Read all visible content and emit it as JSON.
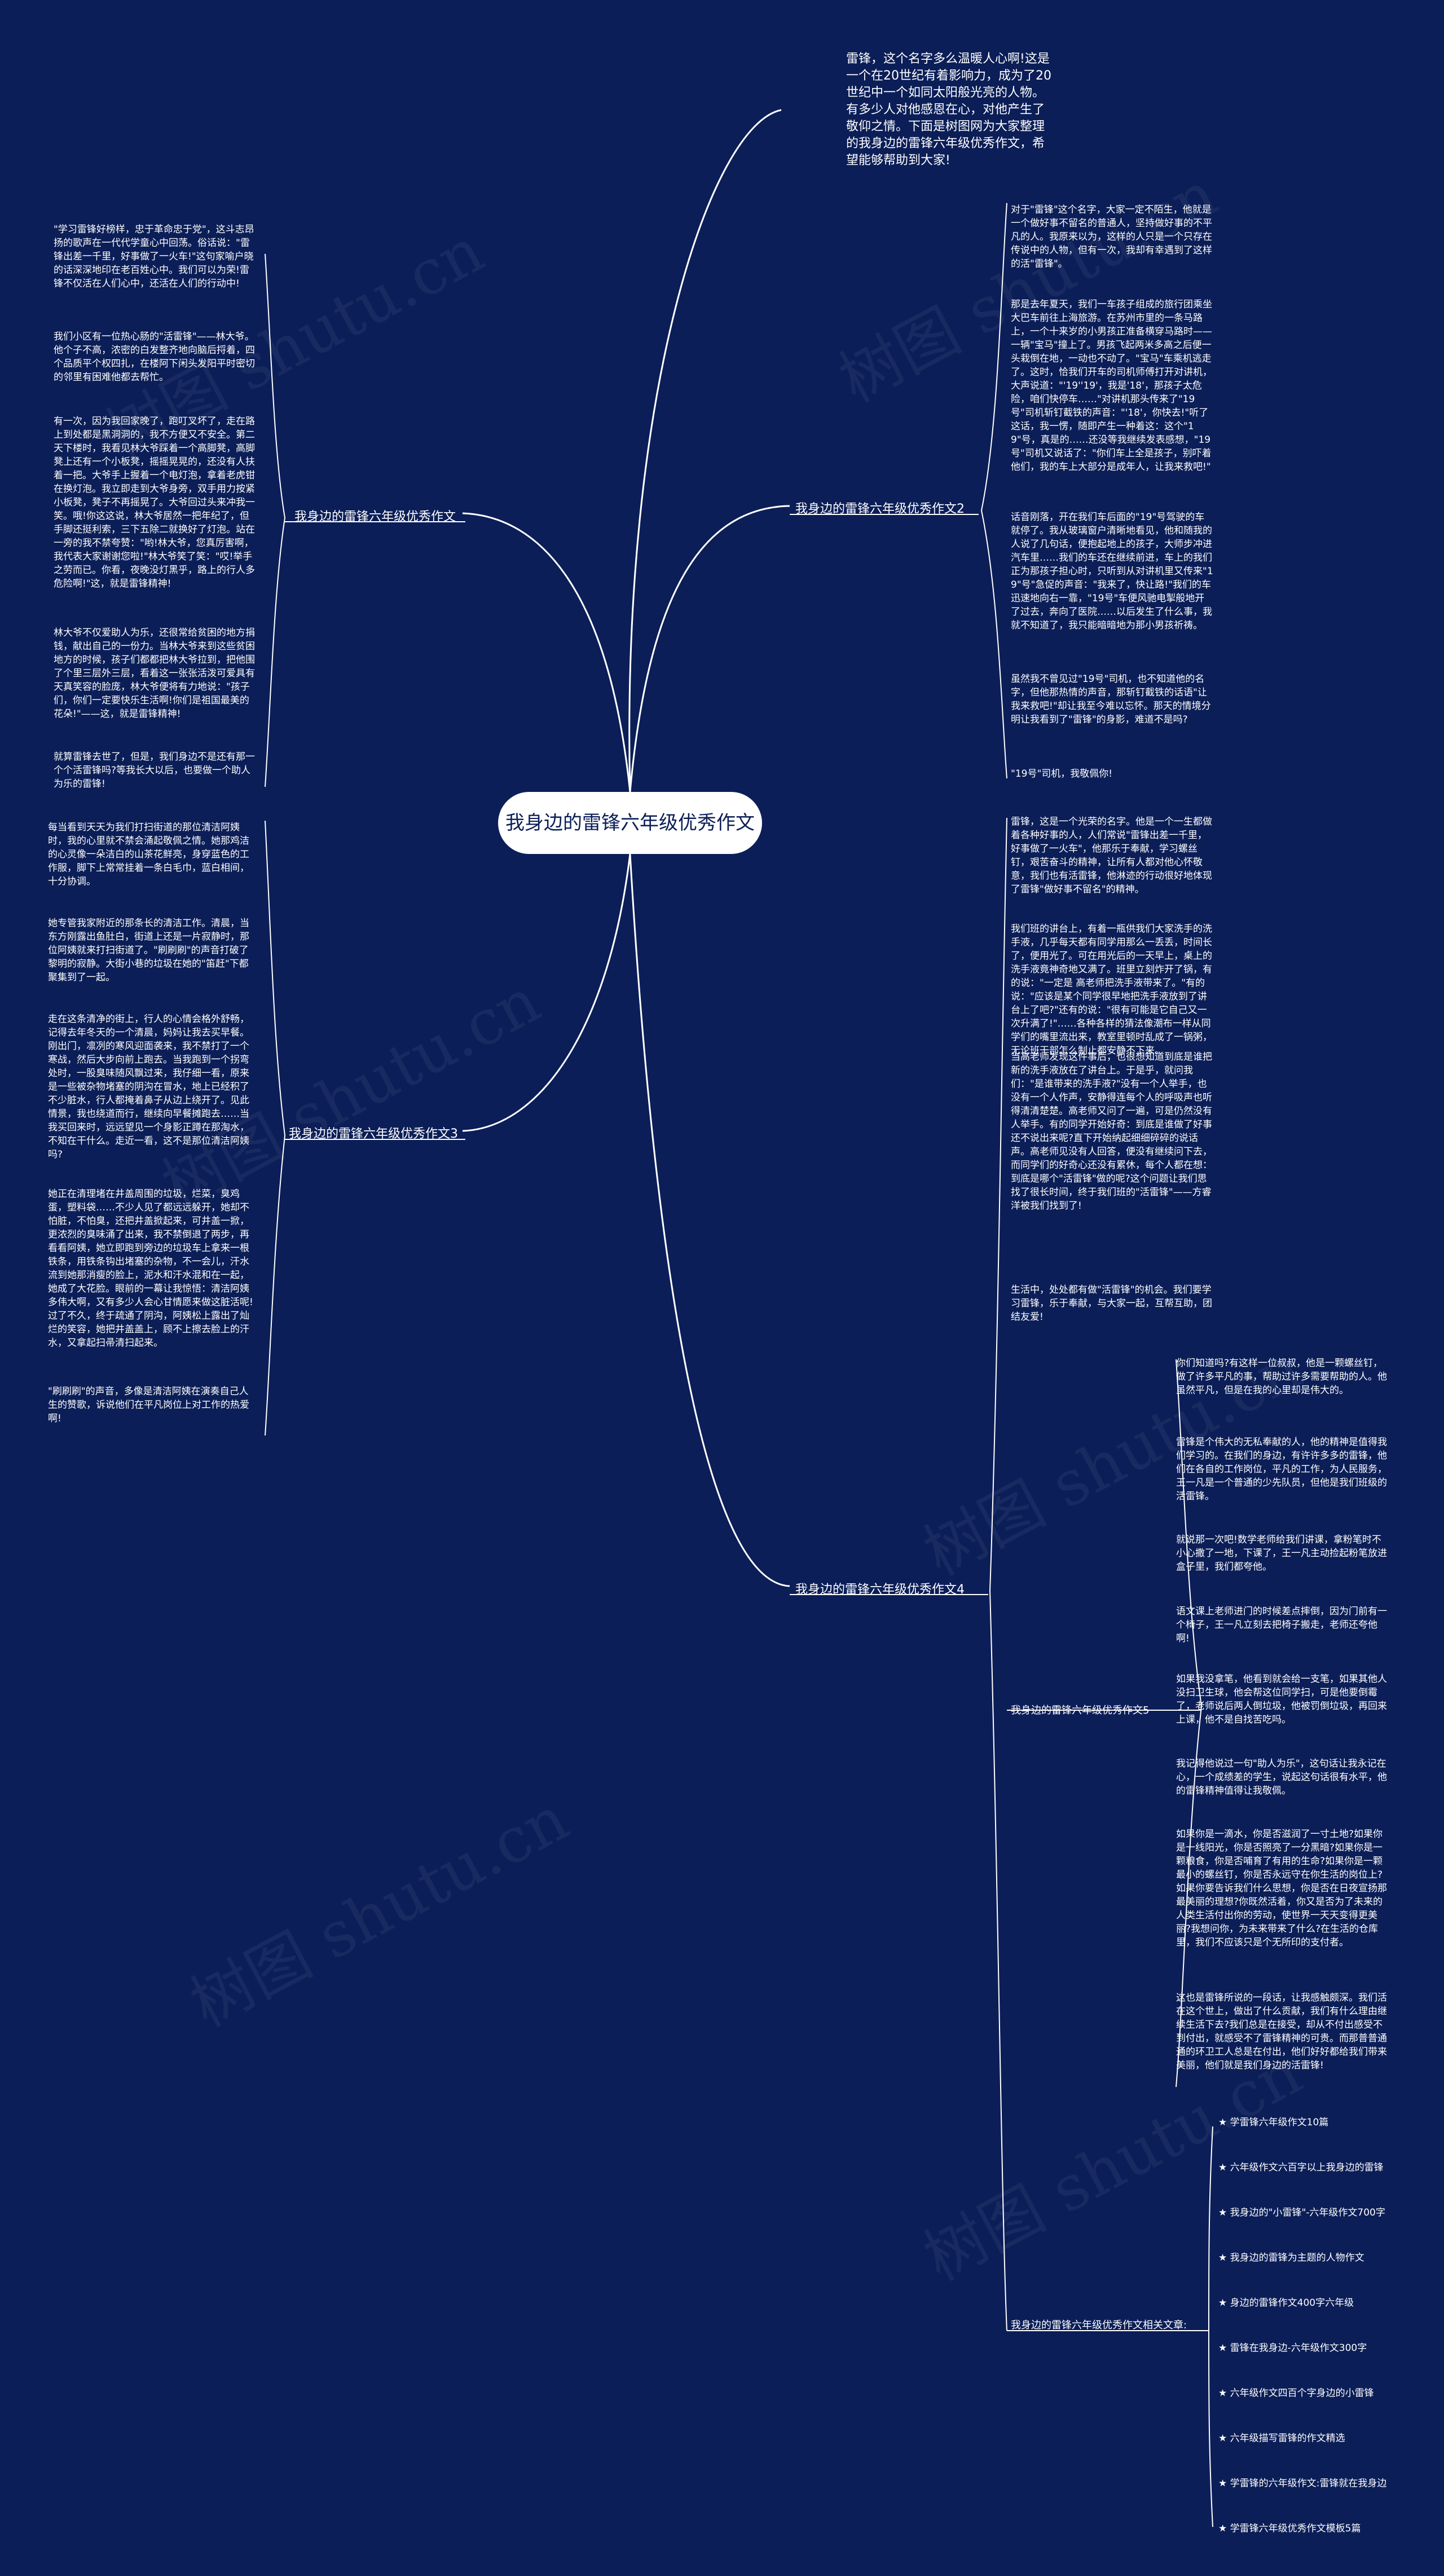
{
  "watermark": "树图 shutu.cn",
  "root": {
    "title": "我身边的雷锋六年级优秀作文"
  },
  "intro": {
    "text": "雷锋，这个名字多么温暖人心啊!这是一个在20世纪有着影响力，成为了20世纪中一个如同太阳般光亮的人物。有多少人对他感恩在心，对他产生了敬仰之情。下面是树图网为大家整理的我身边的雷锋六年级优秀作文，希望能够帮助到大家!"
  },
  "branches": {
    "b1": {
      "title": "我身边的雷锋六年级优秀作文",
      "paras": [
        "\"学习雷锋好榜样，忠于革命忠于党\"，这斗志昂扬的歌声在一代代学童心中回荡。俗话说：\"雷锋出差一千里，好事做了一火车!\"这句家喻户晓的话深深地印在老百姓心中。我们可以为荣!雷锋不仅活在人们心中，还活在人们的行动中!",
        "我们小区有一位热心肠的\"活雷锋\"——林大爷。他个子不高，浓密的白发整齐地向脑后捋着，四个品质平个权四扎，在楼阿下闲头发阳平时密切的邻里有困难他都去帮忙。",
        "有一次，因为我回家晚了，跑叮叉坏了，走在路上到处都是黑洞洞的，我不方便又不安全。第二天下楼时，我看见林大爷踩着一个高脚凳，高脚凳上还有一个小板凳，摇摇晃晃的，还没有人扶着一把。大爷手上握着一个电灯泡，拿着老虎钳在换灯泡。我立即走到大爷身旁，双手用力按紧小板凳，凳子不再摇晃了。大爷回过头来冲我一笑。哦!你这这说，林大爷居然一把年纪了，但手脚还挺利索，三下五除二就换好了灯泡。站在一旁的我不禁夸赞：\"哟!林大爷，您真厉害啊，我代表大家谢谢您啦!\"林大爷笑了笑：\"哎!举手之劳而已。你看，夜晚没灯黑乎，路上的行人多危险啊!\"这，就是雷锋精神!",
        "林大爷不仅爱助人为乐，还很常给贫困的地方捐钱，献出自己的一份力。当林大爷来到这些贫困地方的时候，孩子们都都把林大爷拉到，把他围了个里三层外三层，看着这一张张活泼可爱具有天真笑容的脸庞，林大爷便将有力地说：\"孩子们，你们一定要快乐生活啊!你们是祖国最美的花朵!\"——这，就是雷锋精神!",
        "就算雷锋去世了，但是，我们身边不是还有那一个个活雷锋吗?等我长大以后，也要做一个助人为乐的雷锋!"
      ]
    },
    "b2": {
      "title": "我身边的雷锋六年级优秀作文2",
      "paras": [
        "对于\"雷锋\"这个名字，大家一定不陌生，他就是一个做好事不留名的普通人，坚持做好事的不平凡的人。我原来以为，这样的人只是一个只存在传说中的人物，但有一次，我却有幸遇到了这样的活\"雷锋\"。",
        "那是去年夏天，我们一车孩子组成的旅行团乘坐大巴车前往上海旅游。在苏州市里的一条马路上，一个十来岁的小男孩正准备横穿马路时——一辆\"宝马\"撞上了。男孩飞起两米多高之后便一头栽倒在地，一动也不动了。\"宝马\"车乘机逃走了。这时，恰我们开车的司机师傅打开对讲机，大声说道：\"'19''19'，我是'18'，那孩子太危险，咱们快停车……\"对讲机那头传来了\"19号\"司机斩钉截铁的声音：\"'18'，你快去!\"听了这话，我一愣，随即产生一种着这：这个\"19\"号，真是的……还没等我继续发表感想，\"19号\"司机又说话了：\"你们车上全是孩子，别吓着他们，我的车上大部分是成年人，让我来救吧!\"",
        "话音刚落，开在我们车后面的\"19\"号驾驶的车就停了。我从玻璃窗户清晰地看见，他和随我的人说了几句话，便抱起地上的孩子，大师步冲进汽车里……我们的车还在继续前进，车上的我们正为那孩子担心时，只听到从对讲机里又传来\"19\"号\"急促的声音：\"我来了，快让路!\"我们的车迅速地向右一靠，\"19号\"车便风驰电掣般地开了过去，奔向了医院……以后发生了什么事，我就不知道了，我只能暗暗地为那小男孩祈祷。",
        "虽然我不曾见过\"19号\"司机，也不知道他的名字，但他那热情的声音，那斩钉截铁的话语\"让我来救吧!\"却让我至今难以忘怀。那天的情境分明让我看到了\"雷锋\"的身影，难道不是吗?",
        "\"19号\"司机，我敬佩你!"
      ]
    },
    "b3": {
      "title": "我身边的雷锋六年级优秀作文3",
      "paras": [
        "每当看到天天为我们打扫街道的那位清洁阿姨时，我的心里就不禁会涌起敬佩之情。她那鸡洁的心灵像一朵洁白的山茶花鲜亮，身穿蓝色的工作服，脚下上常常挂着一条白毛巾，蓝白相间，十分协调。",
        "她专管我家附近的那条长的清洁工作。清晨，当东方刚露出鱼肚白，街道上还是一片寂静时，那位阿姨就来打扫街道了。\"刷刷刷\"的声音打破了黎明的寂静。大街小巷的垃圾在她的\"笛赶\"下都聚集到了一起。",
        "走在这条清净的街上，行人的心情会格外舒畅，记得去年冬天的一个清晨，妈妈让我去买早餐。刚出门，凛冽的寒风迎面袭来，我不禁打了一个寒战，然后大步向前上跑去。当我跑到一个拐弯处时，一股臭味随风飘过来，我仔细一看，原来是一些被杂物堵塞的阴沟在冒水，地上已经积了不少脏水，行人都掩着鼻子从边上绕开了。见此情景，我也绕道而行，继续向早餐摊跑去……当我买回来时，远远望见一个身影正蹲在那淘水，不知在干什么。走近一看，这不是那位清洁阿姨吗?",
        "她正在清理堵在井盖周围的垃圾，烂菜，臭鸡蛋，塑料袋……不少人见了都远远躲开，她却不怕脏，不怕臭，还把井盖掀起来，可井盖一掀，更浓烈的臭味涌了出来，我不禁倒退了两步，再看看阿姨，她立即跑到旁边的垃圾车上拿来一根铁条，用铁条钩出堵塞的杂物，不一会儿，汗水流到她那消瘦的脸上，泥水和汗水混和在一起，她成了大花脸。眼前的一幕让我惊悟：清洁阿姨多伟大啊，又有多少人会心甘情愿来做这脏活呢!过了不久，终于疏通了阴沟，阿姨松上露出了灿烂的笑容，她把井盖盖上，顾不上擦去脸上的汗水，又拿起扫帚清扫起来。",
        "\"刷刷刷\"的声音，多像是清洁阿姨在演奏自己人生的赞歌，诉说他们在平凡岗位上对工作的热爱啊!"
      ]
    },
    "b4": {
      "title": "我身边的雷锋六年级优秀作文4",
      "paras": [
        "雷锋，这是一个光荣的名字。他是一个一生都做着各种好事的人，人们常说\"雷锋出差一千里，好事做了一火车\"，他那乐于奉献，学习螺丝钉，艰苦奋斗的精神，让所有人都对他心怀敬意，我们也有活雷锋，他淋迹的行动很好地体现了雷锋\"做好事不留名\"的精神。",
        "我们班的讲台上，有着一瓶供我们大家洗手的洗手液，几乎每天都有同学用那么一丢丢，时间长了，便用光了。可在用光后的一天早上，桌上的洗手液竟神奇地又满了。班里立刻炸开了锅，有的说：\"一定是 高老师把洗手液带来了。\"有的说：\"应该是某个同学很早地把洗手液放到了讲台上了吧?\"还有的说：\"很有可能是它自己又一次升满了!\"……各种各样的猜法像潮布一样从同学们的嘴里流出来，教室里顿时乱成了一锅粥，无论班干部怎么制止都安静不下来。",
        "当高老师发现这件事后，也很想知道到底是谁把新的洗手液放在了讲台上。于是乎，就问我们：\"是谁带来的洗手液?\"没有一个人举手，也没有一个人作声，安静得连每个人的呼吸声也听得清清楚楚。高老师又问了一遍，可是仍然没有人举手。有的同学开始好奇：到底是谁做了好事还不说出来呢?直下开始纳起细细碎碎的说话声。高老师见没有人回答，便没有继续问下去，而同学们的好奇心还没有累休，每个人都在想：到底是哪个\"活雷锋\"做的呢?这个问题让我们思找了很长时间，终于我们班的\"活雷锋\"——方睿洋被我们找到了!",
        "生活中，处处都有做\"活雷锋\"的机会。我们要学习雷锋，乐于奉献，与大家一起，互帮互助，团结友爱!"
      ]
    },
    "b5": {
      "title": "我身边的雷锋六年级优秀作文5",
      "paras": [
        "你们知道吗?有这样一位叔叔，他是一颗螺丝钉，做了许多平凡的事，帮助过许多需要帮助的人。他虽然平凡，但是在我的心里却是伟大的。",
        "雷锋是个伟大的无私奉献的人，他的精神是值得我们学习的。在我们的身边，有许许多多的雷锋，他们在各自的工作岗位，平凡的工作，为人民服务，王一凡是一个普通的少先队员，但他是我们班级的活雷锋。",
        "就说那一次吧!数学老师给我们讲课，拿粉笔时不小心撒了一地，下课了，王一凡主动捡起粉笔放进盒子里，我们都夸他。",
        "语文课上老师进门的时候差点摔倒，因为门前有一个椅子，王一凡立刻去把椅子搬走，老师还夸他啊!",
        "如果我没拿笔，他看到就会给一支笔，如果其他人没扫卫生球，他会帮这位同学扫，可是他要倒霉了，老师说后两人倒垃圾，他被罚倒垃圾，再回来上课，他不是自找苦吃吗。",
        "我记得他说过一句\"助人为乐\"，这句话让我永记在心，一个成绩差的学生，说起这句话很有水平，他的雷锋精神值得让我敬佩。",
        "如果你是一滴水，你是否滋润了一寸土地?如果你是一线阳光，你是否照亮了一分黑暗?如果你是一颗粮食，你是否哺育了有用的生命?如果你是一颗最小的螺丝钉，你是否永远守在你生活的岗位上?如果你要告诉我们什么思想，你是否在日夜宣扬那最美丽的理想?你既然活着，你又是否为了未来的人类生活付出你的劳动，使世界一天天变得更美丽?我想问你，为未来带来了什么?在生活的仓库里，我们不应该只是个无所印的支付者。",
        "这也是雷锋所说的一段话，让我感触颇深。我们活在这个世上，做出了什么贡献，我们有什么理由继续生活下去?我们总是在接受，却从不付出感受不到付出，就感受不了雷锋精神的可贵。而那普普通通的环卫工人总是在付出，他们好好都给我们带来美丽，他们就是我们身边的活雷锋!"
      ]
    },
    "rel": {
      "title": "我身边的雷锋六年级优秀作文相关文章:",
      "items": [
        "★ 学雷锋六年级作文10篇",
        "★ 六年级作文六百字以上我身边的雷锋",
        "★ 我身边的\"小雷锋\"-六年级作文700字",
        "★ 我身边的雷锋为主题的人物作文",
        "★ 身边的雷锋作文400字六年级",
        "★ 雷锋在我身边-六年级作文300字",
        "★ 六年级作文四百个字身边的小雷锋",
        "★ 六年级描写雷锋的作文精选",
        "★ 学雷锋的六年级作文:雷锋就在我身边",
        "★ 学雷锋六年级优秀作文模板5篇"
      ]
    }
  }
}
